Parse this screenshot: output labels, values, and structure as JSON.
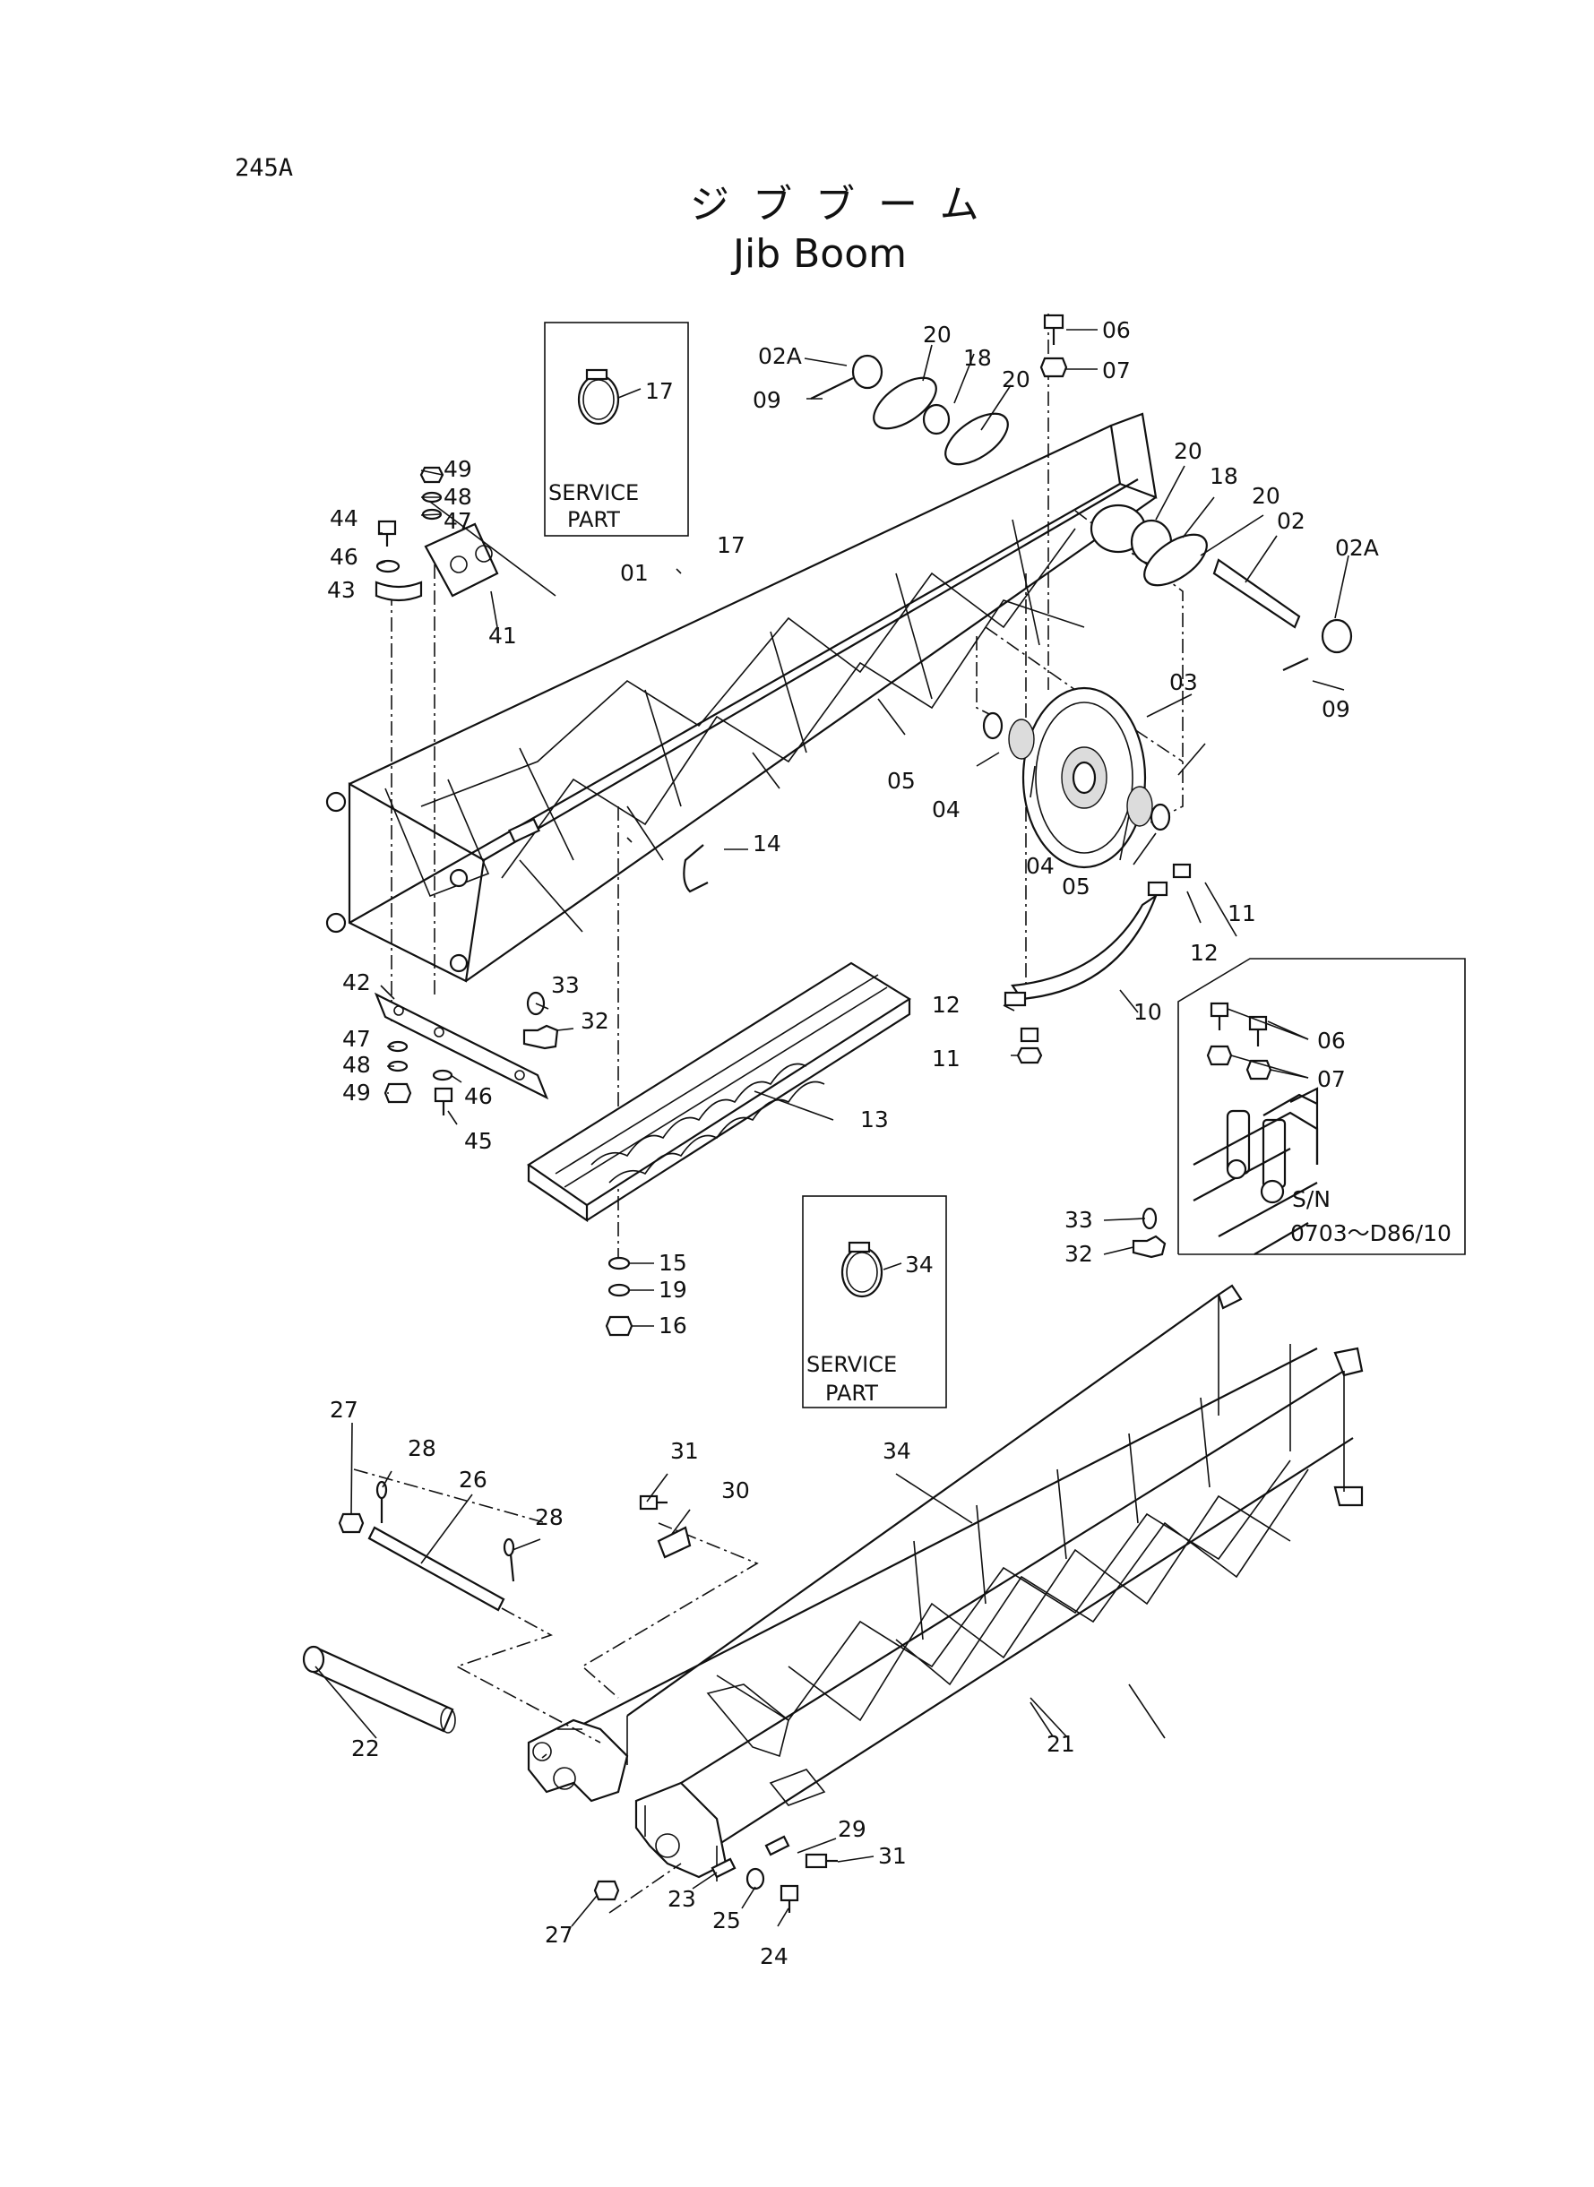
{
  "page_number": "245A",
  "title_jp": "ジブブーム",
  "title_en": "Jib Boom",
  "service_part_line1": "SERVICE",
  "service_part_line2": "PART",
  "serial_label": "S/N",
  "serial_range": "0703～D86/10",
  "labels": {
    "p01": "01",
    "p02": "02",
    "p02A_a": "02A",
    "p02A_b": "02A",
    "p03": "03",
    "p04_a": "04",
    "p04_b": "04",
    "p05_a": "05",
    "p05_b": "05",
    "p06_a": "06",
    "p06_b": "06",
    "p07_a": "07",
    "p07_b": "07",
    "p09_a": "09",
    "p09_b": "09",
    "p10": "10",
    "p11_a": "11",
    "p11_b": "11",
    "p12_a": "12",
    "p12_b": "12",
    "p13": "13",
    "p14": "14",
    "p15": "15",
    "p16": "16",
    "p17_a": "17",
    "p17_b": "17",
    "p18_a": "18",
    "p18_b": "18",
    "p19": "19",
    "p20_a": "20",
    "p20_b": "20",
    "p20_c": "20",
    "p20_d": "20",
    "p21": "21",
    "p22": "22",
    "p23": "23",
    "p24": "24",
    "p25": "25",
    "p26": "26",
    "p27_a": "27",
    "p27_b": "27",
    "p28_a": "28",
    "p28_b": "28",
    "p29": "29",
    "p30": "30",
    "p31_a": "31",
    "p31_b": "31",
    "p32_a": "32",
    "p32_b": "32",
    "p33_a": "33",
    "p33_b": "33",
    "p34_a": "34",
    "p34_b": "34",
    "p41": "41",
    "p42": "42",
    "p43": "43",
    "p44": "44",
    "p45": "45",
    "p46_a": "46",
    "p46_b": "46",
    "p47_a": "47",
    "p47_b": "47",
    "p48_a": "48",
    "p48_b": "48",
    "p49_a": "49",
    "p49_b": "49"
  }
}
